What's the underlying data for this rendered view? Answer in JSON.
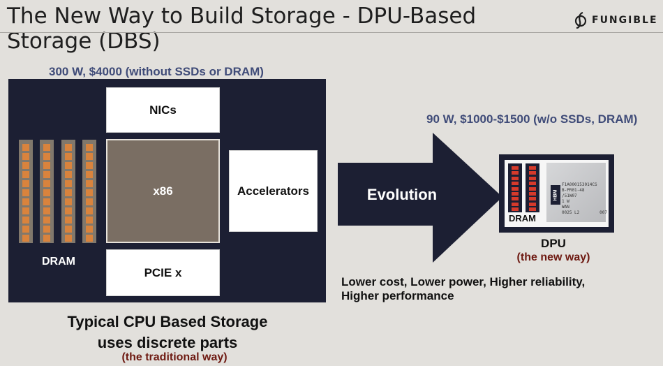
{
  "header": {
    "title": "The New Way to Build Storage - DPU-Based Storage (DBS)",
    "logo_text": "FUNGIBLE",
    "logo_icon": "fungible-logo-icon"
  },
  "cpu_side": {
    "cost_note": "300 W, $4000 (without SSDs or DRAM)",
    "nics_label": "NICs",
    "cpu_label": "x86",
    "accelerators_label": "Accelerators",
    "pcie_label": "PCIE x",
    "dram_label": "DRAM",
    "caption_line1": "Typical CPU Based Storage",
    "caption_line2": "uses discrete parts",
    "caption_note": "(the traditional way)"
  },
  "arrow": {
    "label": "Evolution"
  },
  "dpu_side": {
    "cost_note": "90 W, $1000-$1500 (w/o SSDs, DRAM)",
    "dram_label": "DRAM",
    "hbm_label": "HBM",
    "chip_text": "F1A000153014CS\nB-PR01-48\n/51W07\n1 W\nWAN\n0025 L2        007",
    "title": "DPU",
    "subtitle": "(the new way)",
    "benefits_line1": "Lower cost, Lower power, Higher reliability,",
    "benefits_line2": "Higher performance"
  },
  "colors": {
    "background": "#e2e0dc",
    "panel": "#1c1f33",
    "blue_note": "#3f4b78",
    "red_note": "#6e1a12",
    "cpu_die": "#7a6e63",
    "dram_chip": "#d9833d",
    "dpu_dram_chip": "#d63a2b"
  }
}
